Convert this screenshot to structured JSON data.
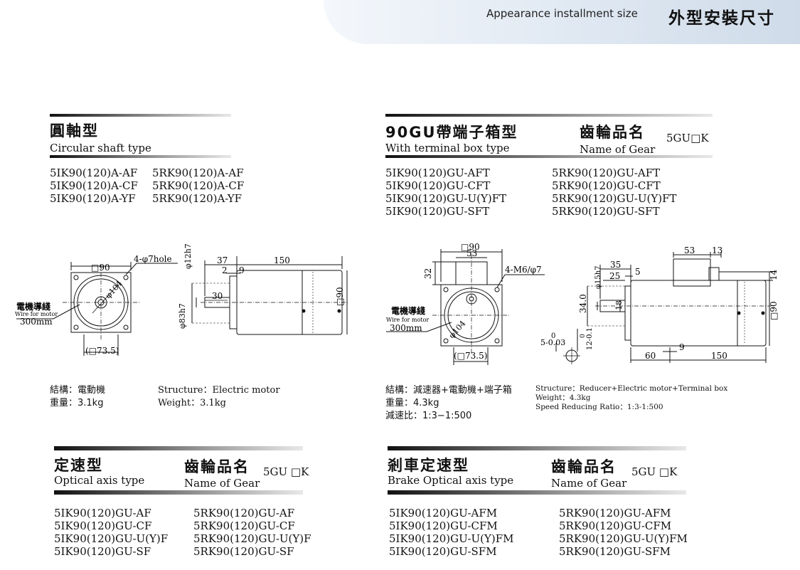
{
  "header": {
    "en": "Appearance installment size",
    "zh": "外型安裝尺寸"
  },
  "circular": {
    "title_zh": "圓軸型",
    "title_en": "Circular shaft type",
    "models_left": [
      "5IK90(120)A-AF",
      "5IK90(120)A-CF",
      "5IK90(120)A-YF"
    ],
    "models_right": [
      "5RK90(120)A-AF",
      "5RK90(120)A-CF",
      "5RK90(120)A-YF"
    ],
    "spec_zh": [
      "結構：電動機",
      "重量：3.1kg"
    ],
    "spec_en": [
      "Structure：Electric motor",
      "Weight：3.1kg"
    ],
    "drawing": {
      "sq90": "□90",
      "hole": "4-φ7hole",
      "dia104": "φ104",
      "wire_zh": "電機導綫",
      "wire_en": "Wire for motor",
      "wire_len": "300mm",
      "sq735": "(□73.5)",
      "shaft": "φ12h7",
      "spigot": "φ83h7",
      "d37": "37",
      "d2": "2",
      "d9": "9",
      "d150": "150",
      "d30": "30",
      "d90": "□90"
    }
  },
  "terminal": {
    "title_zh": "90GU帶端子箱型",
    "title_en": "With terminal box type",
    "gear_zh": "齒輪品名",
    "gear_en": "Name of Gear",
    "gear_code": "5GU□K",
    "models_left": [
      "5IK90(120)GU-AFT",
      "5IK90(120)GU-CFT",
      "5IK90(120)GU-U(Y)FT",
      "5IK90(120)GU-SFT"
    ],
    "models_right": [
      "5RK90(120)GU-AFT",
      "5RK90(120)GU-CFT",
      "5RK90(120)GU-U(Y)FT",
      "5RK90(120)GU-SFT"
    ],
    "spec_zh": [
      "結構：減速器+電動機+端子箱",
      "重量：4.3kg",
      "減速比：1:3−1:500"
    ],
    "spec_en": [
      "Structure：Reducer+Electric motor+Terminal box",
      "Weight：4.3kg",
      "Speed Reducing Ratio：1:3-1:500"
    ],
    "drawing": {
      "sq90": "□90",
      "d53": "53",
      "d32": "32",
      "m6": "4-M6/φ7",
      "dia104": "φ104",
      "wire_zh": "電機導綫",
      "wire_en": "Wire for motor",
      "wire_len": "300mm",
      "sq735": "(□73.5)",
      "r53": "53",
      "r13": "13",
      "r35": "35",
      "r25": "25",
      "r5": "5",
      "r15": "φ15h7",
      "r340": "34.0",
      "r18": "18",
      "r14": "14",
      "r90": "□90",
      "key": "5-0.03",
      "key0": "0",
      "key12": "12-0.1",
      "key0b": "0",
      "r60": "60",
      "r9": "9",
      "r150": "150"
    }
  },
  "constant": {
    "title_zh": "定速型",
    "title_en": "Optical axis type",
    "gear_zh": "齒輪品名",
    "gear_en": "Name of Gear",
    "gear_code": "5GU □K",
    "models_left": [
      "5IK90(120)GU-AF",
      "5IK90(120)GU-CF",
      "5IK90(120)GU-U(Y)F",
      "5IK90(120)GU-SF"
    ],
    "models_right": [
      "5RK90(120)GU-AF",
      "5RK90(120)GU-CF",
      "5RK90(120)GU-U(Y)F",
      "5RK90(120)GU-SF"
    ]
  },
  "brake": {
    "title_zh": "剎車定速型",
    "title_en": "Brake Optical axis type",
    "gear_zh": "齒輪品名",
    "gear_en": "Name of Gear",
    "gear_code": "5GU □K",
    "models_left": [
      "5IK90(120)GU-AFM",
      "5IK90(120)GU-CFM",
      "5IK90(120)GU-U(Y)FM",
      "5IK90(120)GU-SFM"
    ],
    "models_right": [
      "5RK90(120)GU-AFM",
      "5RK90(120)GU-CFM",
      "5RK90(120)GU-U(Y)FM",
      "5RK90(120)GU-SFM"
    ]
  }
}
